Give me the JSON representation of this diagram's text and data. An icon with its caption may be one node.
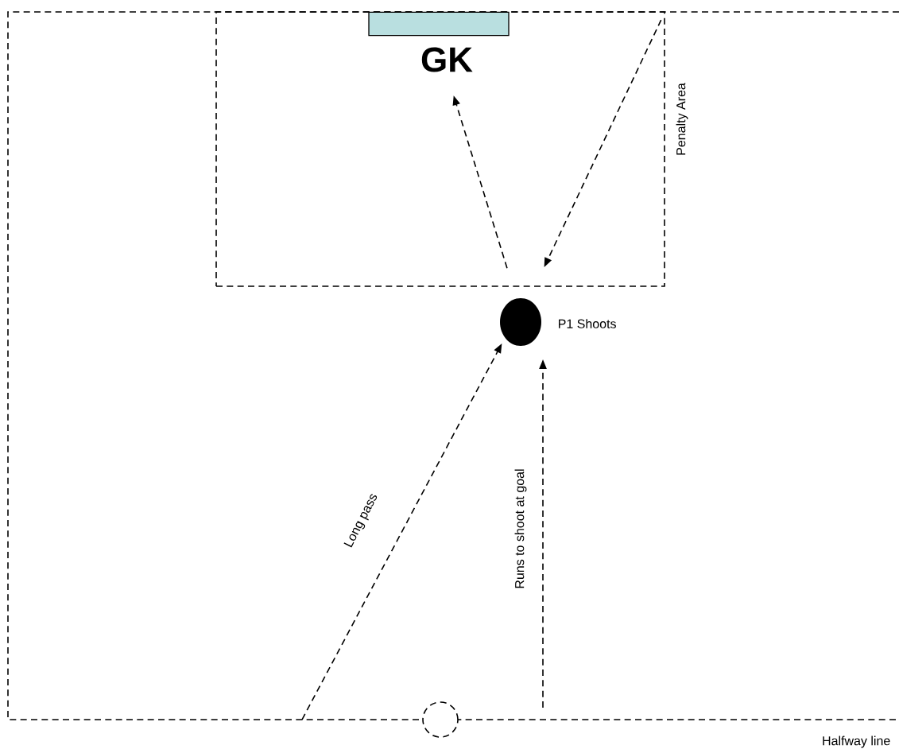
{
  "diagram": {
    "nodes": [
      {
        "text": [
          "Penalty Area"
        ]
      },
      {
        "text": [
          "GK"
        ],
        "in": 0
      },
      {
        "text": [],
        "shape": "box",
        "in": 0
      },
      {
        "text": [],
        "shape": "circle",
        "beside": [
          "P1 Shoots"
        ]
      },
      {
        "text": [],
        "shape": "circle"
      }
    ],
    "edges": [
      {
        "from": null,
        "to": 3,
        "arrow": "to",
        "label": "Long pass"
      },
      {
        "from": null,
        "to": 3,
        "arrow": "to",
        "label": "Runs to shoot at goal"
      },
      {
        "from": 3,
        "to": 1,
        "arrow": "to"
      },
      {
        "from": 0,
        "to": 3,
        "arrow": "to"
      }
    ],
    "labels": [
      "Halfway line"
    ]
  }
}
